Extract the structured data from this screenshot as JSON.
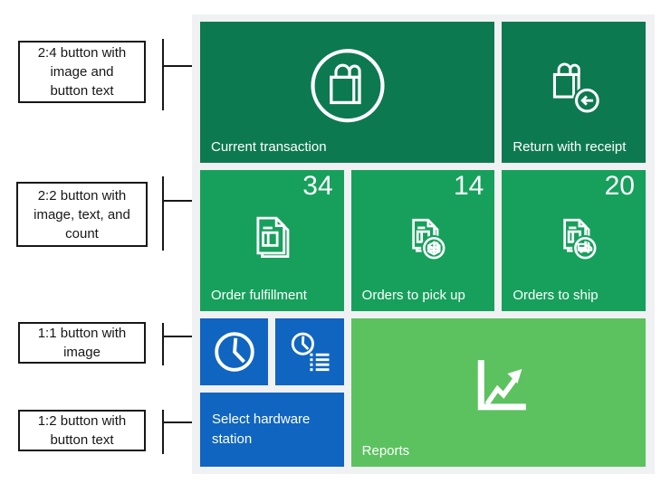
{
  "colors": {
    "dark_green": "#0d7950",
    "green": "#17a05c",
    "light_green": "#5bc25f",
    "blue": "#1065c0",
    "panel_bg": "#f0f1f3",
    "tile_text": "#ffffff",
    "annotation_border": "#171717"
  },
  "annotations": [
    {
      "label": "2:4 button with\nimage and\nbutton text"
    },
    {
      "label": "2:2 button with\nimage, text, and\ncount"
    },
    {
      "label": "1:1 button with\nimage"
    },
    {
      "label": "1:2 button with\nbutton text"
    }
  ],
  "tiles": {
    "current_transaction": {
      "label": "Current transaction"
    },
    "return_with_receipt": {
      "label": "Return with receipt"
    },
    "order_fulfillment": {
      "label": "Order fulfillment",
      "count": "34"
    },
    "orders_to_pick_up": {
      "label": "Orders to pick up",
      "count": "14"
    },
    "orders_to_ship": {
      "label": "Orders to ship",
      "count": "20"
    },
    "select_hardware_station": {
      "label": "Select hardware station"
    },
    "reports": {
      "label": "Reports"
    }
  },
  "icons": {
    "current_transaction": "shopping-bag-in-circle",
    "return_with_receipt": "shopping-bag-with-return-arrow",
    "order_fulfillment": "stacked-documents",
    "orders_to_pick_up": "stacked-documents-with-package",
    "orders_to_ship": "stacked-documents-with-truck",
    "clock_tile": "clock",
    "clock_list_tile": "clock-with-list",
    "reports": "line-chart-with-arrow"
  }
}
